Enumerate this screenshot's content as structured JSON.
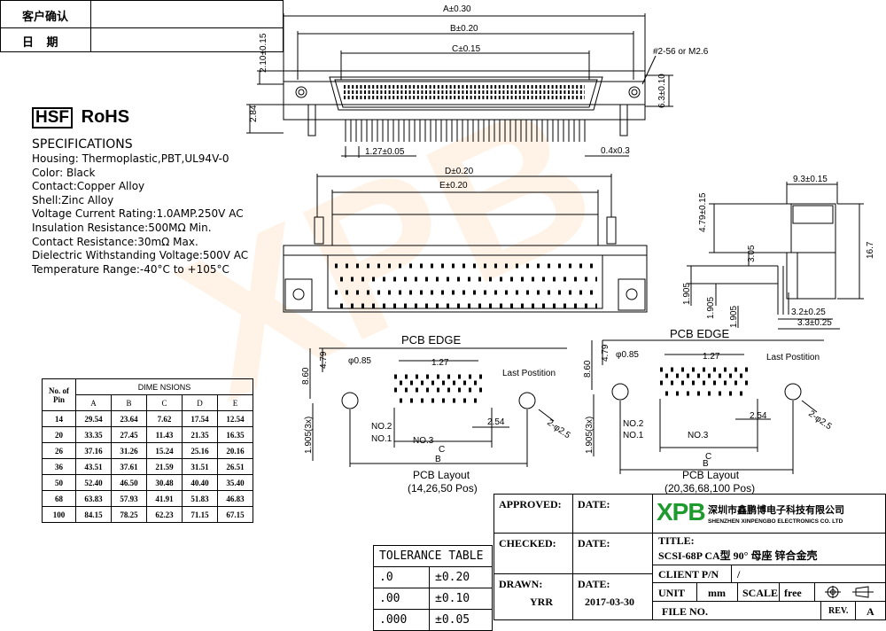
{
  "confirm_table": {
    "customer_confirm": "客户确认",
    "date": "日    期"
  },
  "logo": {
    "hsf": "HSF",
    "rohs": "RoHS"
  },
  "specs": {
    "title": "SPECIFICATIONS",
    "lines": [
      "Housing: Thermoplastic,PBT,UL94V-0",
      "Color: Black",
      "Contact:Copper Alloy",
      "Shell:Zinc Alloy",
      "Voltage Current Rating:1.0AMP.250V AC",
      "Insulation Resistance:500MΩ  Min.",
      "Contact Resistance:30mΩ  Max.",
      "Dielectric Withstanding Voltage:500V AC",
      "Temperature Range:-40°C to +105°C"
    ]
  },
  "drawing_labels": {
    "a": "A±0.30",
    "b": "B±0.20",
    "c": "C±0.15",
    "d": "D±0.20",
    "e": "E±0.20",
    "hole": "#2-56 or M2.6",
    "h1": "2.10±0.15",
    "h2": "2.84",
    "h3": "6.3±0.10",
    "pitch": "1.27±0.05",
    "pin": "0.4x0.3",
    "side_w": "9.3±0.15",
    "side_h": "4.79±0.15",
    "side_305": "3.05",
    "side_167": "16.7",
    "side_1905a": "1.905",
    "side_1905b": "1.905",
    "side_1905c": "1.905",
    "side_32": "3.2±0.25",
    "side_33": "3.3±0.25"
  },
  "pcb_left": {
    "edge": "PCB EDGE",
    "d085": "φ0.85",
    "p127": "1.27",
    "last": "Last Postition",
    "h860": "8.60",
    "h479": "4.79",
    "no2": "NO.2",
    "no1": "NO.1",
    "no3": "NO.3",
    "p254": "2.54",
    "c": "C",
    "b": "B",
    "hole": "2-φ2.5",
    "y1905": "1.905(3x)",
    "layout": "PCB Layout",
    "pos": "(14,26,50 Pos)"
  },
  "pcb_right": {
    "edge": "PCB EDGE",
    "d085": "φ0.85",
    "p127": "1.27",
    "last": "Last Postition",
    "h860": "8.60",
    "h479": "4.79",
    "no2": "NO.2",
    "no1": "NO.1",
    "no3": "NO.3",
    "p254": "2.54",
    "c": "C",
    "b": "B",
    "hole": "2-φ2.5",
    "y1905": "1.905(3x)",
    "layout": "PCB Layout",
    "pos": "(20,36,68,100 Pos)"
  },
  "dims_table": {
    "header_pin": "No. of",
    "header_pin2": "Pin",
    "header_dims": "DIME NSIONS",
    "cols": [
      "A",
      "B",
      "C",
      "D",
      "E"
    ],
    "rows": [
      [
        "14",
        "29.54",
        "23.64",
        "7.62",
        "17.54",
        "12.54"
      ],
      [
        "20",
        "33.35",
        "27.45",
        "11.43",
        "21.35",
        "16.35"
      ],
      [
        "26",
        "37.16",
        "31.26",
        "15.24",
        "25.16",
        "20.16"
      ],
      [
        "36",
        "43.51",
        "37.61",
        "21.59",
        "31.51",
        "26.51"
      ],
      [
        "50",
        "52.40",
        "46.50",
        "30.48",
        "40.40",
        "35.40"
      ],
      [
        "68",
        "63.83",
        "57.93",
        "41.91",
        "51.83",
        "46.83"
      ],
      [
        "100",
        "84.15",
        "78.25",
        "62.23",
        "71.15",
        "67.15"
      ]
    ]
  },
  "tolerance": {
    "title": "TOLERANCE TABLE",
    "rows": [
      [
        ".0",
        "±0.20"
      ],
      [
        ".00",
        "±0.10"
      ],
      [
        ".000",
        "±0.05"
      ]
    ]
  },
  "title_block": {
    "approved": "APPROVED:",
    "checked": "CHECKED:",
    "drawn": "DRAWN:",
    "drawn_by": "YRR",
    "date": "DATE:",
    "date_value": "2017-03-30",
    "company_logo": "XPB",
    "company_cn": "深圳市鑫鹏博电子科技有限公司",
    "company_en": "SHENZHEN XINPENGBO ELECTRONICS CO. LTD",
    "title_label": "TITLE:",
    "title_value": "SCSI-68P CA型 90° 母座 锌合金壳",
    "client_pn": "CLIENT P/N",
    "client_pn_value": "/",
    "unit": "UNIT",
    "unit_value": "mm",
    "scale": "SCALE",
    "scale_value": "free",
    "file_no": "FILE NO.",
    "rev": "REV.",
    "rev_value": "A"
  },
  "colors": {
    "line": "#000000",
    "logo_green": "#1e9a2e",
    "watermark": "#ffa03c"
  }
}
